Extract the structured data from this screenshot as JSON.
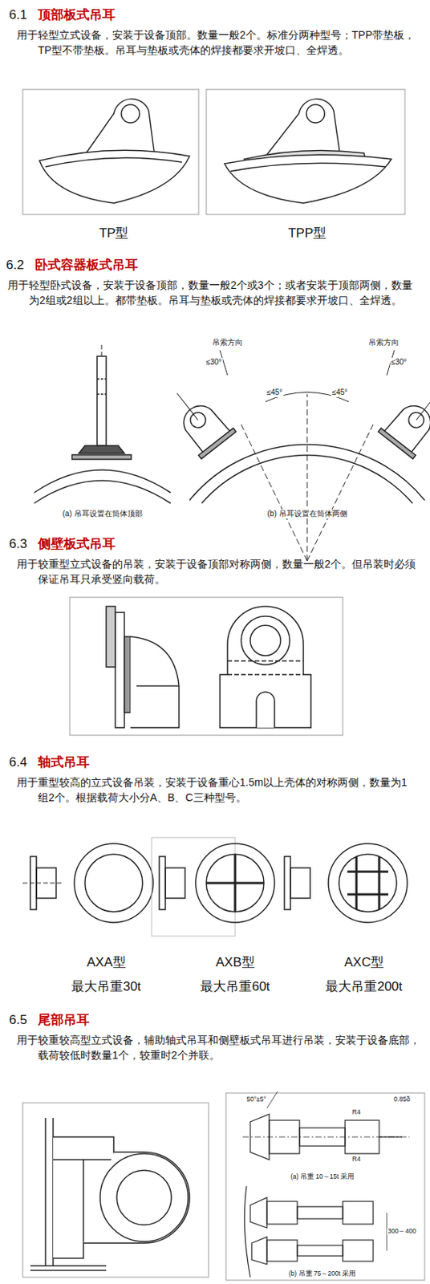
{
  "diagram": {
    "labels": [
      "6.1",
      "顶部板式吊耳",
      "用于轻型立式设备，安装于设备顶部。数量一般2个。标准分两种型号；TPP带垫板，TP型不带垫板。吊耳与垫板或壳体的焊接都要求开坡口、全焊透。",
      "TP型",
      "TPP型",
      "6.2",
      "卧式容器板式吊耳",
      "用于轻型卧式设备，安装于设备顶部，数量一般2个或3个；或者安装于顶部两侧，数量为2组或2组以上。都带垫板。吊耳与垫板或壳体的焊接都要求开坡口、全焊透。",
      "吊索方向",
      "吊索方向",
      "≤30°",
      "≤30°",
      "≤45°",
      "≤45°",
      "(a) 吊耳设置在筒体顶部",
      "(b) 吊耳设置在筒体两侧",
      "6.3",
      "侧壁板式吊耳",
      "用于较重型立式设备的吊装，安装于设备顶部对称两侧，数量一般2个。但吊装时必须保证吊耳只承受竖向载荷。",
      "6.4",
      "轴式吊耳",
      "用于重型较高的立式设备吊装，安装于设备重心1.5m以上壳体的对称两侧，数量为1组2个。根据载荷大小分A、B、C三种型号。",
      "AXA型",
      "最大吊重30t",
      "AXB型",
      "最大吊重60t",
      "AXC型",
      "最大吊重200t",
      "6.5",
      "尾部吊耳",
      "用于较重较高型立式设备，辅助轴式吊耳和侧壁板式吊耳进行吊装，安装于设备底部，载荷较低时数量1个，较重时2个并联。",
      "50°±5°",
      "R4",
      "R4",
      "0.85δ",
      "(a) 吊重 10～15t 采用",
      "300～400",
      "(b) 吊重 75～200t 采用"
    ]
  }
}
